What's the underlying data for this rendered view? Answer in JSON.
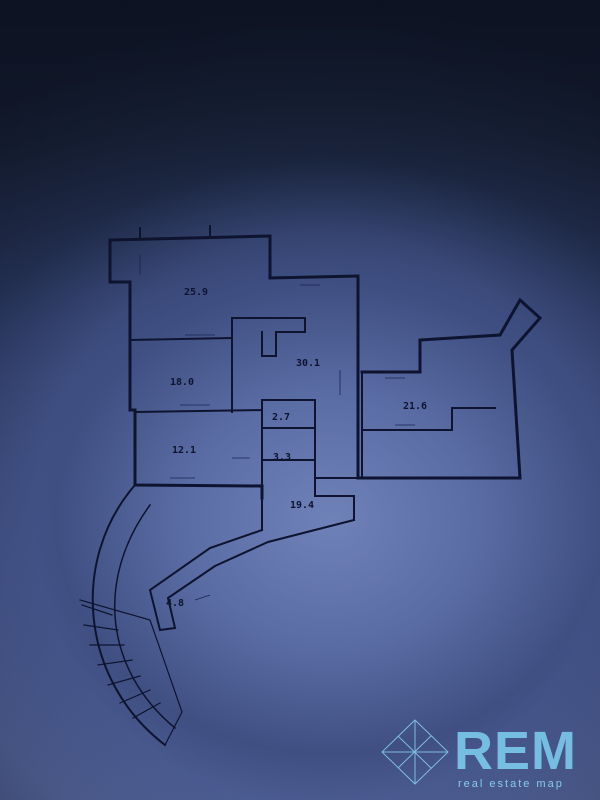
{
  "rooms": [
    {
      "id": "room-1",
      "label": "25.9"
    },
    {
      "id": "room-2",
      "label": "18.0"
    },
    {
      "id": "room-3",
      "label": "30.1"
    },
    {
      "id": "room-4",
      "label": "2.7"
    },
    {
      "id": "room-5",
      "label": "3.3"
    },
    {
      "id": "room-6",
      "label": "12.1"
    },
    {
      "id": "room-7",
      "label": "21.6"
    },
    {
      "id": "room-8",
      "label": "19.4"
    },
    {
      "id": "room-9",
      "label": "4.8"
    }
  ],
  "watermark": {
    "brand": "REM",
    "tagline": "real estate map",
    "brand_color": "#7fd0f2"
  },
  "colors": {
    "ink": "#0e1430",
    "paper": "#5a6ca4"
  }
}
